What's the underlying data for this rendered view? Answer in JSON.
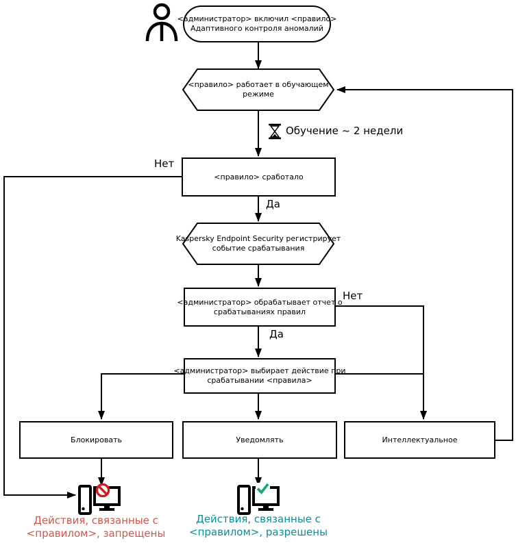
{
  "nodes": {
    "start": {
      "line1": "<администратор> включил <правило>",
      "line2": "Адаптивного контроля аномалий"
    },
    "learning": {
      "line1": "<правило> работает в обучающем",
      "line2": "режиме"
    },
    "triggered": {
      "label": "<правило> сработало"
    },
    "registers": {
      "line1": "Kaspersky Endpoint Security регистрирует",
      "line2": "событие срабатывания"
    },
    "report": {
      "line1": "<администратор> обрабатывает отчет о",
      "line2": "срабатываниях правил"
    },
    "choose": {
      "line1": "<администратор> выбирает действие при",
      "line2": "срабатывании <правила>"
    },
    "block": {
      "label": "Блокировать"
    },
    "notify": {
      "label": "Уведомлять"
    },
    "smart": {
      "label": "Интеллектуальное"
    }
  },
  "edges": {
    "no_left": "Нет",
    "yes_top": "Да",
    "no_right": "Нет",
    "yes_bottom": "Да",
    "learning_duration": "Обучение ~ 2 недели"
  },
  "results": {
    "blocked": {
      "line1": "Действия, связанные с",
      "line2": "<правилом>, запрещены"
    },
    "allowed": {
      "line1": "Действия, связанные с",
      "line2": "<правилом>, разрешены"
    }
  },
  "icons": {
    "person": "person-icon",
    "hourglass": "hourglass-icon",
    "computer_blocked": "computer-prohibited-icon",
    "computer_allowed": "computer-check-icon"
  },
  "colors": {
    "line": "#000000",
    "blocked_text": "#c9584f",
    "allowed_text": "#0d8c96",
    "prohibit_sign": "#c81e25",
    "check_sign": "#1ca871"
  }
}
